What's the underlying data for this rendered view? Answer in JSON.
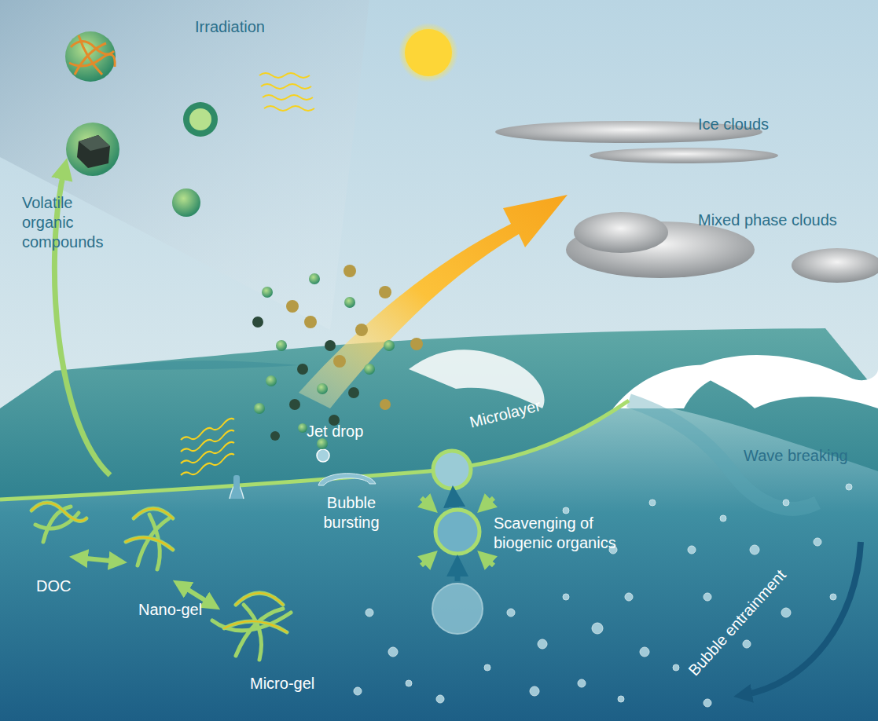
{
  "diagram": {
    "labels": [
      "Irradiation",
      "Ice clouds",
      "Volatile organic compounds",
      "Mixed phase clouds",
      "Jet drop",
      "Microlayer",
      "Wave breaking",
      "Bubble bursting",
      "Scavenging of biogenic organics",
      "DOC",
      "Nano-gel",
      "Micro-gel",
      "Bubble entrainment"
    ]
  }
}
